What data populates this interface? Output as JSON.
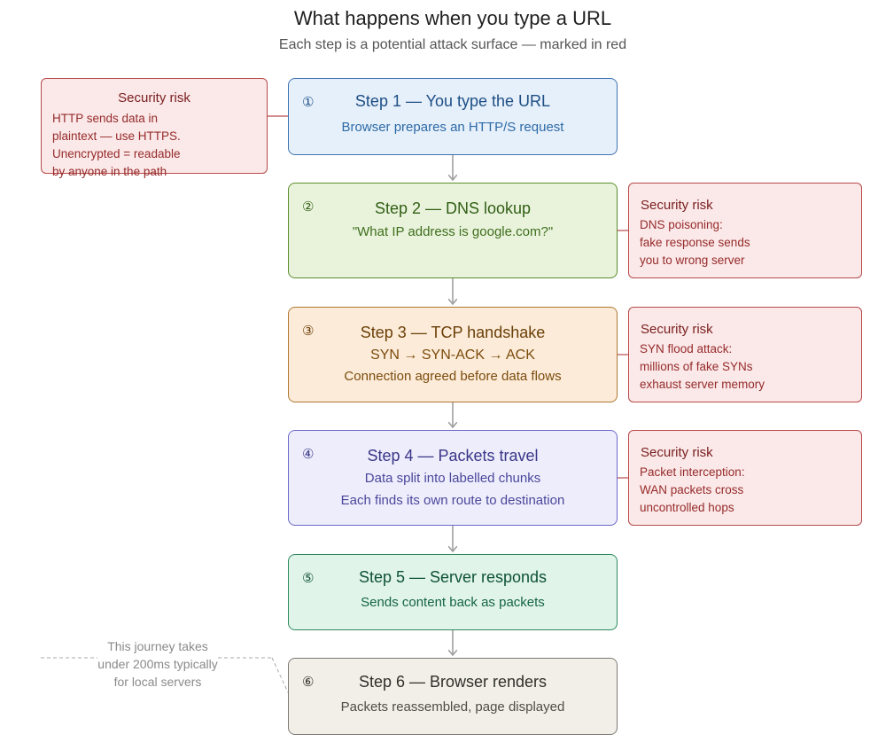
{
  "title": "What happens when you type a URL",
  "subtitle": "Each step is a potential attack surface — marked in red",
  "steps": [
    {
      "num": "①",
      "title": "Step 1 — You type the URL",
      "lines": [
        "Browser prepares an HTTP/S request"
      ]
    },
    {
      "num": "②",
      "title": "Step 2 — DNS lookup",
      "lines": [
        "\"What IP address is google.com?\""
      ]
    },
    {
      "num": "③",
      "title": "Step 3 — TCP handshake",
      "lines": [
        "SYN → SYN-ACK → ACK",
        "Connection agreed before data flows"
      ]
    },
    {
      "num": "④",
      "title": "Step 4 — Packets travel",
      "lines": [
        "Data split into labelled chunks",
        "Each finds its own route to destination"
      ]
    },
    {
      "num": "⑤",
      "title": "Step 5 — Server responds",
      "lines": [
        "Sends content back as packets"
      ]
    },
    {
      "num": "⑥",
      "title": "Step 6 — Browser renders",
      "lines": [
        "Packets reassembled, page displayed"
      ]
    }
  ],
  "risks": [
    {
      "heading": "Security risk",
      "lines": [
        "HTTP sends data in",
        "plaintext — use HTTPS.",
        "Unencrypted = readable",
        "by anyone in the path"
      ]
    },
    {
      "heading": "Security risk",
      "lines": [
        "DNS poisoning:",
        "fake response sends",
        "you to wrong server"
      ]
    },
    {
      "heading": "Security risk",
      "lines": [
        "SYN flood attack:",
        "millions of fake SYNs",
        "exhaust server memory"
      ]
    },
    {
      "heading": "Security risk",
      "lines": [
        "Packet interception:",
        "WAN packets cross",
        "uncontrolled hops"
      ]
    }
  ],
  "note": {
    "lines": [
      "This journey takes",
      "under 200ms typically",
      "for local servers"
    ]
  },
  "colors": {
    "risk_border": "#b84a4a",
    "risk_fill": "#fbe8e8",
    "arrow": "#a0a0a0",
    "note_dash": "#aaaaaa"
  }
}
